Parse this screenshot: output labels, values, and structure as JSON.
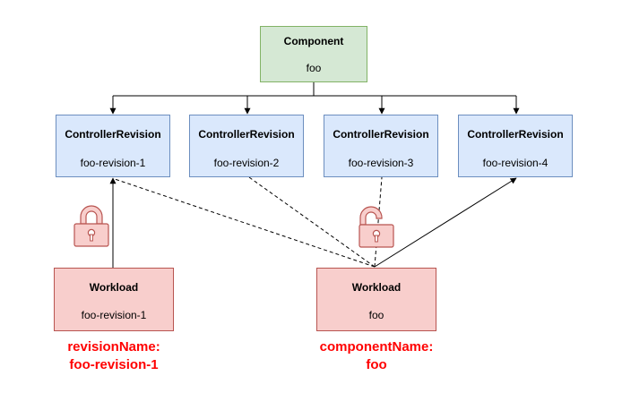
{
  "component": {
    "title": "Component",
    "name": "foo"
  },
  "revisions": [
    {
      "title": "ControllerRevision",
      "name": "foo-revision-1"
    },
    {
      "title": "ControllerRevision",
      "name": "foo-revision-2"
    },
    {
      "title": "ControllerRevision",
      "name": "foo-revision-3"
    },
    {
      "title": "ControllerRevision",
      "name": "foo-revision-4"
    }
  ],
  "workloads": [
    {
      "title": "Workload",
      "name": "foo-revision-1"
    },
    {
      "title": "Workload",
      "name": "foo"
    }
  ],
  "annotations": {
    "left": {
      "line1": "revisionName:",
      "line2": "foo-revision-1"
    },
    "right": {
      "line1": "componentName:",
      "line2": "foo"
    }
  },
  "colors": {
    "component_fill": "#d5e8d4",
    "component_stroke": "#82b366",
    "revision_fill": "#dae8fc",
    "revision_stroke": "#6c8ebf",
    "workload_fill": "#f8cecc",
    "workload_stroke": "#b85450",
    "annotation_text": "#ff0000",
    "lock_fill": "#f8cecc",
    "lock_stroke": "#b85450"
  },
  "icons": [
    "lock-icon",
    "lock-icon"
  ]
}
